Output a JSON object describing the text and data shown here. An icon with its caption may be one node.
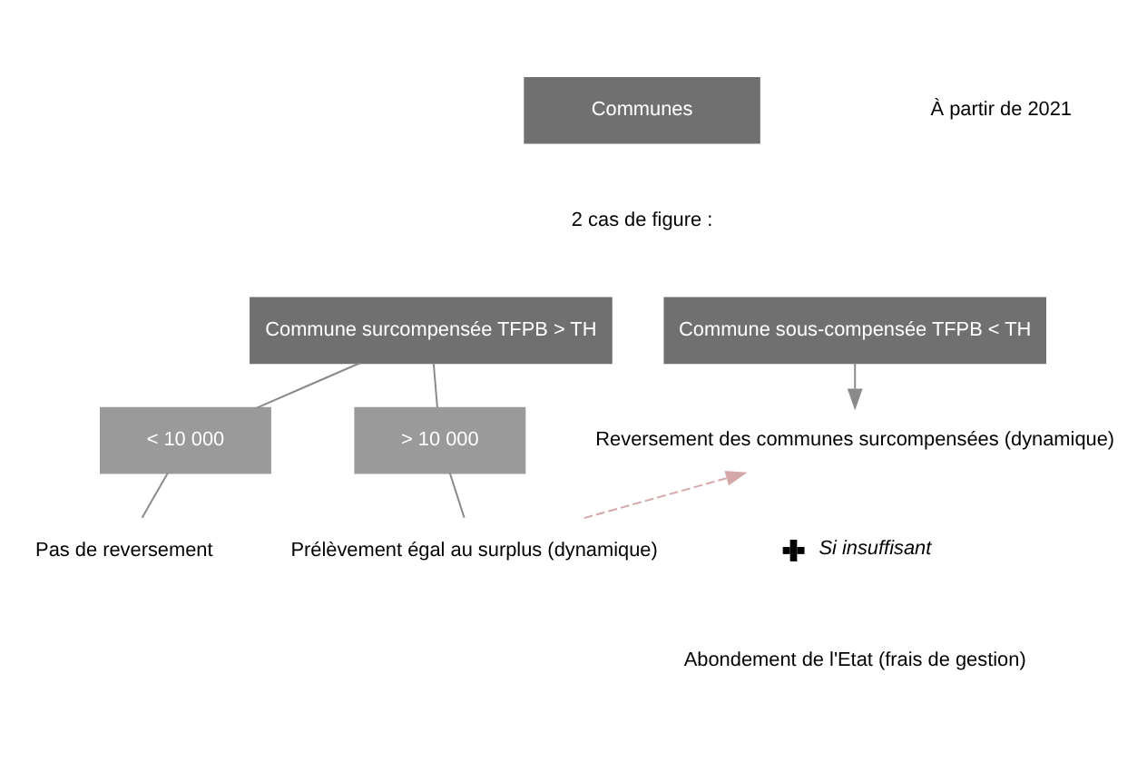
{
  "diagram": {
    "nodes": [
      {
        "text": [
          "Communes"
        ]
      },
      {
        "text": [
          "Commune surcompensée TFPB > TH"
        ]
      },
      {
        "text": [
          "Commune sous-compensée TFPB < TH"
        ]
      },
      {
        "text": [
          "< 10 000"
        ]
      },
      {
        "text": [
          "> 10 000"
        ]
      },
      {
        "text": [
          "Pas de reversement"
        ]
      },
      {
        "text": [
          "Prélèvement égal au surplus (dynamique)"
        ]
      },
      {
        "text": [
          "Reversement des communes surcompensées (dynamique)"
        ]
      }
    ],
    "edges": [
      {
        "from": 1,
        "to": 3,
        "arrow": "none"
      },
      {
        "from": 1,
        "to": 4,
        "arrow": "none"
      },
      {
        "from": 3,
        "to": 5,
        "arrow": "none"
      },
      {
        "from": 4,
        "to": 6,
        "arrow": "none"
      },
      {
        "from": 2,
        "to": 7,
        "arrow": "to"
      },
      {
        "from": 6,
        "to": 7,
        "arrow": "to",
        "style": "dashed",
        "color": "#d4a8a8"
      }
    ],
    "labels": [
      "À partir de 2021",
      "2 cas de figure :",
      "Si insuffisant",
      "Abondement de l'Etat (frais de gestion)"
    ]
  }
}
